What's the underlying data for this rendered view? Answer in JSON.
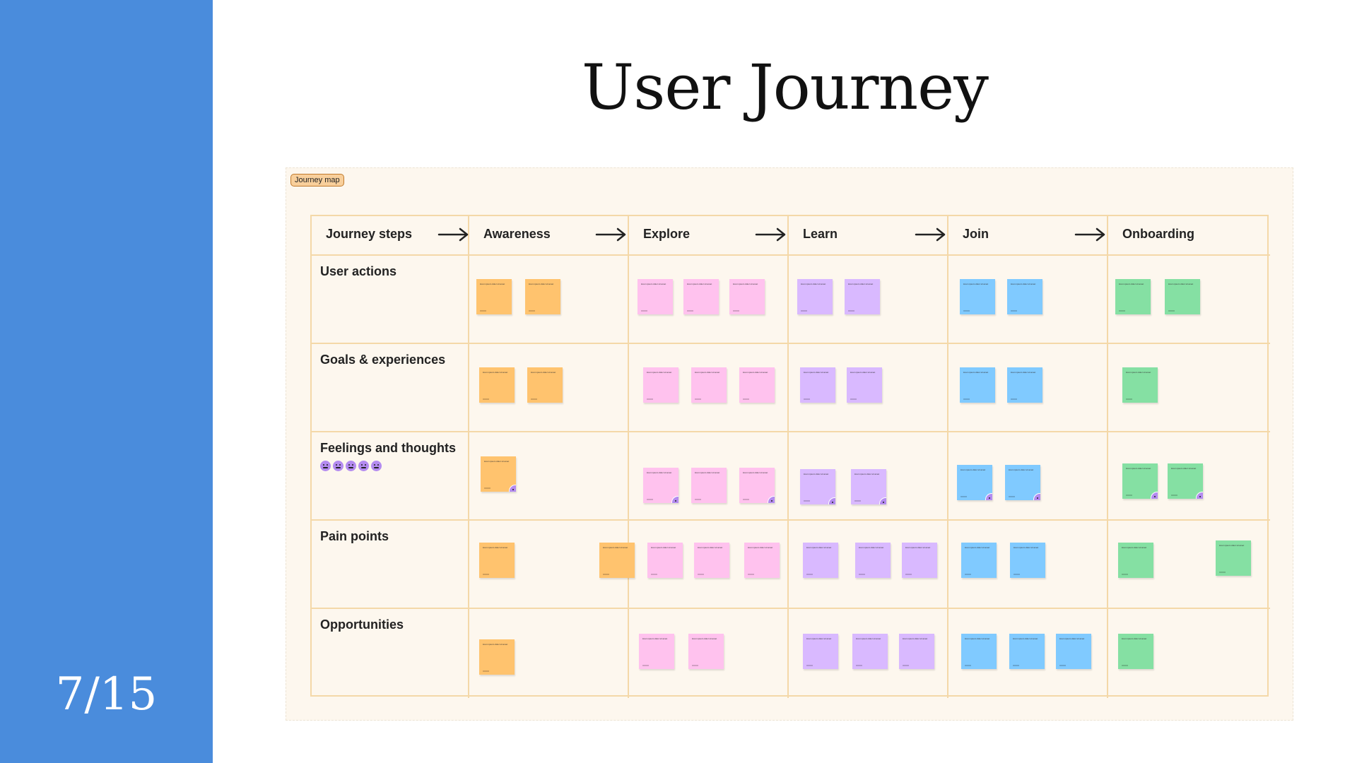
{
  "theme": {
    "accent": "#4a8cdc"
  },
  "slide": {
    "title": "User Journey",
    "page": "7/15"
  },
  "board": {
    "badge": "Journey map",
    "steps": [
      "Journey steps",
      "Awareness",
      "Explore",
      "Learn",
      "Join",
      "Onboarding"
    ],
    "rows": [
      "User actions",
      "Goals & experiences",
      "Feelings and thoughts",
      "Pain points",
      "Opportunities"
    ],
    "feelings_scale": [
      "very-happy-icon",
      "happy-icon",
      "neutral-icon",
      "sad-icon",
      "angry-icon"
    ],
    "sticky_colors": {
      "orange": "#ffc36e",
      "pink": "#ffc2ee",
      "purple": "#d9b9ff",
      "blue": "#80caff",
      "green": "#85e0a3"
    }
  }
}
